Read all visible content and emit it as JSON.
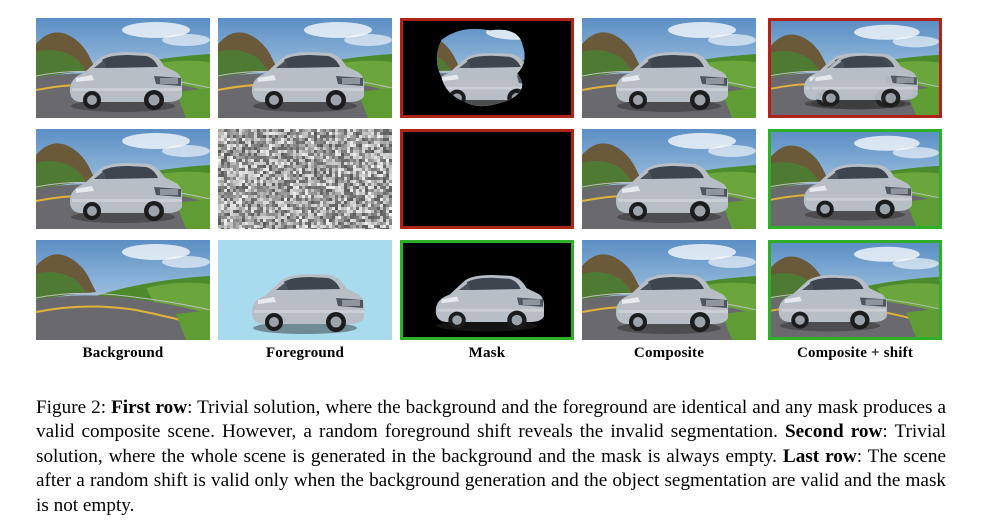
{
  "columns": [
    {
      "label": "Background"
    },
    {
      "label": "Foreground"
    },
    {
      "label": "Mask"
    },
    {
      "label": "Composite"
    },
    {
      "label": "Composite + shift"
    }
  ],
  "rows": [
    {
      "cells": [
        {
          "content": "scene-with-car",
          "border": "none"
        },
        {
          "content": "scene-with-car",
          "border": "none"
        },
        {
          "content": "mask-blob-car",
          "border": "red"
        },
        {
          "content": "scene-with-car",
          "border": "none"
        },
        {
          "content": "scene-car-shifted",
          "border": "red"
        }
      ]
    },
    {
      "cells": [
        {
          "content": "scene-with-car",
          "border": "none"
        },
        {
          "content": "noise",
          "border": "none"
        },
        {
          "content": "empty-mask",
          "border": "red"
        },
        {
          "content": "scene-with-car",
          "border": "none"
        },
        {
          "content": "scene-with-car",
          "border": "green"
        }
      ]
    },
    {
      "cells": [
        {
          "content": "empty-road",
          "border": "none"
        },
        {
          "content": "car-on-blue",
          "border": "none"
        },
        {
          "content": "mask-car",
          "border": "green"
        },
        {
          "content": "scene-with-car",
          "border": "none"
        },
        {
          "content": "scene-car-shifted-left",
          "border": "green"
        }
      ]
    }
  ],
  "colors": {
    "red_border": "#b02418",
    "green_border": "#2fae2a",
    "sky": "#a9dbee"
  },
  "caption": {
    "prefix": "Figure 2: ",
    "first_row_label": "First row",
    "first_row_text": ": Trivial solution, where the background and the foreground are identical and any mask produces a valid composite scene. However, a random foreground shift reveals the invalid segmentation. ",
    "second_row_label": "Second row",
    "second_row_text": ": Trivial solution, where the whole scene is generated in the background and the mask is always empty. ",
    "last_row_label": "Last row",
    "last_row_text": ": The scene after a random shift is valid only when the background generation and the object segmentation are valid and the mask is not empty."
  }
}
